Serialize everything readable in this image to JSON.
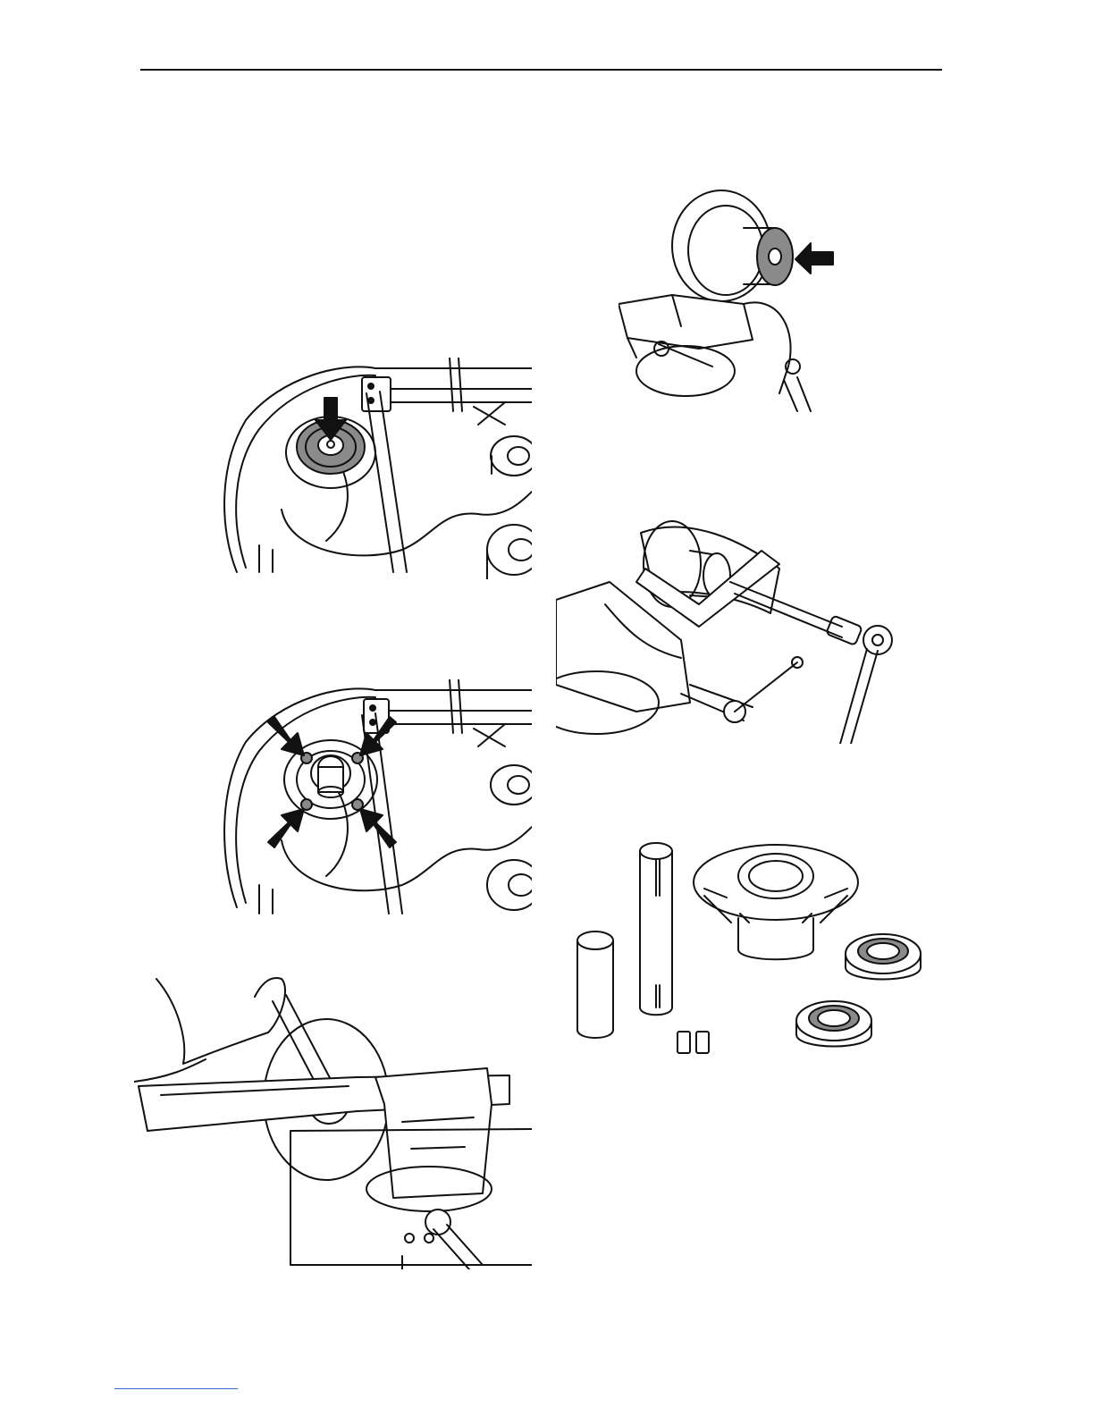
{
  "page": {
    "figures": [
      {
        "name": "spindle-top-view-center-arrow",
        "icon": "deck-spindle-illustration"
      },
      {
        "name": "spindle-mounting-bolts-arrows",
        "icon": "deck-spindle-bolts-illustration"
      },
      {
        "name": "blade-removal-wrench-vise",
        "icon": "blade-wrench-vise-illustration"
      },
      {
        "name": "spindle-housing-in-vise-arrow",
        "icon": "spindle-vise-illustration"
      },
      {
        "name": "bearing-puller-in-vise",
        "icon": "bearing-puller-illustration"
      },
      {
        "name": "spindle-parts-exploded",
        "icon": "spindle-parts-illustration"
      }
    ]
  },
  "colors": {
    "line": "#111111",
    "shade": "#8a8a8a",
    "link_rule": "#3a66c4"
  }
}
